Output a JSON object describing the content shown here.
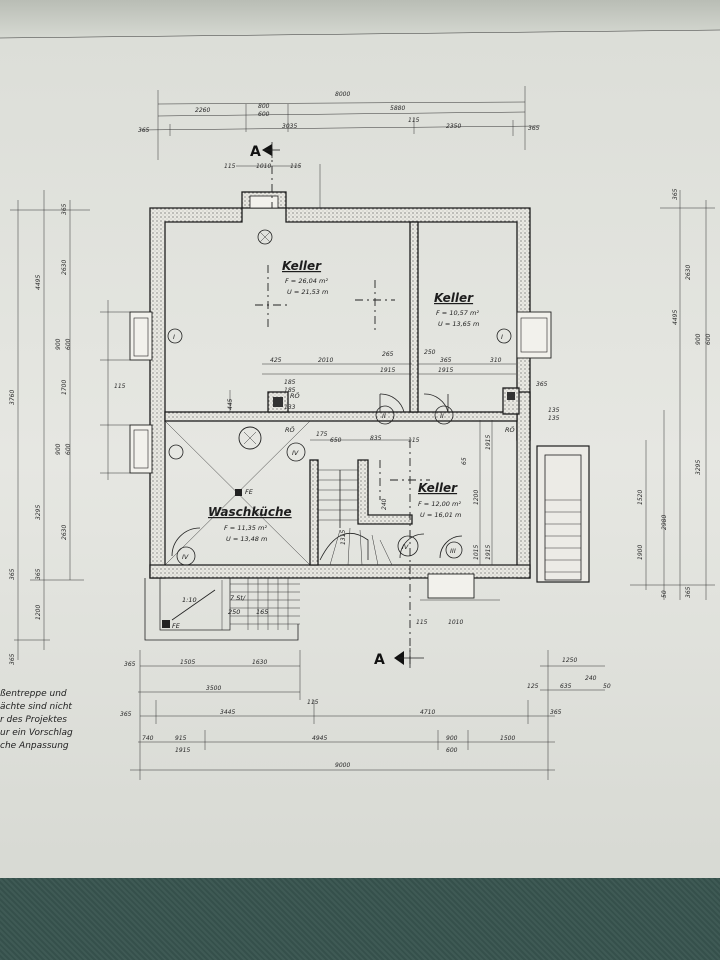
{
  "rooms": {
    "keller_1": {
      "name": "Keller",
      "area": "F = 26,04 m²",
      "perimeter": "U = 21,53 m"
    },
    "keller_2": {
      "name": "Keller",
      "area": "F = 10,57 m²",
      "perimeter": "U = 13,65 m"
    },
    "keller_3": {
      "name": "Keller",
      "area": "F = 12,00 m²",
      "perimeter": "U = 16,01 m"
    },
    "waschkueche": {
      "name": "Waschküche",
      "area": "F = 11,35 m²",
      "perimeter": "U = 13,48 m"
    }
  },
  "section_marks": {
    "top": "A",
    "bottom": "A"
  },
  "symbols": {
    "fe_1": "FE",
    "fe_2": "FE",
    "rd_1": "RÖ",
    "rd_2": "RÖ",
    "rd_3": "RÖ",
    "door_1": "I",
    "door_2": "II",
    "door_3": "II",
    "door_4": "IV",
    "door_5": "III",
    "door_6": "IV"
  },
  "note_lines": [
    "ßentreppe und",
    "ächte sind nicht",
    "r des Projektes",
    "ur ein Vorschlag",
    "che Anpassung"
  ],
  "dimensions": {
    "top_row1": [
      "2260",
      "800",
      "600",
      "5880"
    ],
    "top_row1_total": "8000",
    "top_row2": [
      "365",
      "3035",
      "115",
      "2350",
      "365"
    ],
    "door_top": [
      "115",
      "1010",
      "115"
    ],
    "left_col1": [
      "3760",
      "4495",
      "3295",
      "365"
    ],
    "left_col2": [
      "365",
      "2630",
      "900",
      "600",
      "1700",
      "900",
      "600",
      "2630",
      "365",
      "1200",
      "365"
    ],
    "right_col": [
      "365",
      "2630",
      "4495",
      "900",
      "600",
      "3295",
      "1520",
      "2980",
      "1900",
      "365",
      "50"
    ],
    "bottom_row1": [
      "365",
      "1505",
      "1630",
      "1250"
    ],
    "bottom_row1b": [
      "125",
      "635",
      "240",
      "50"
    ],
    "bottom_row2": [
      "3500"
    ],
    "bottom_row3": [
      "365",
      "3445",
      "115",
      "4710",
      "365"
    ],
    "bottom_row4": [
      "740",
      "915",
      "1915",
      "4945",
      "900",
      "600",
      "1500"
    ],
    "bottom_total": "9000",
    "inner": [
      "425",
      "2010",
      "265",
      "250",
      "365",
      "1915",
      "1915",
      "310",
      "185",
      "185",
      "133",
      "115",
      "445",
      "175",
      "650",
      "835",
      "115",
      "240",
      "1200",
      "65",
      "1915",
      "1015",
      "1915",
      "1315",
      "1010",
      "115",
      "135",
      "135",
      "365"
    ],
    "stair": [
      "7 St/",
      "250",
      "165",
      "1:10"
    ]
  }
}
